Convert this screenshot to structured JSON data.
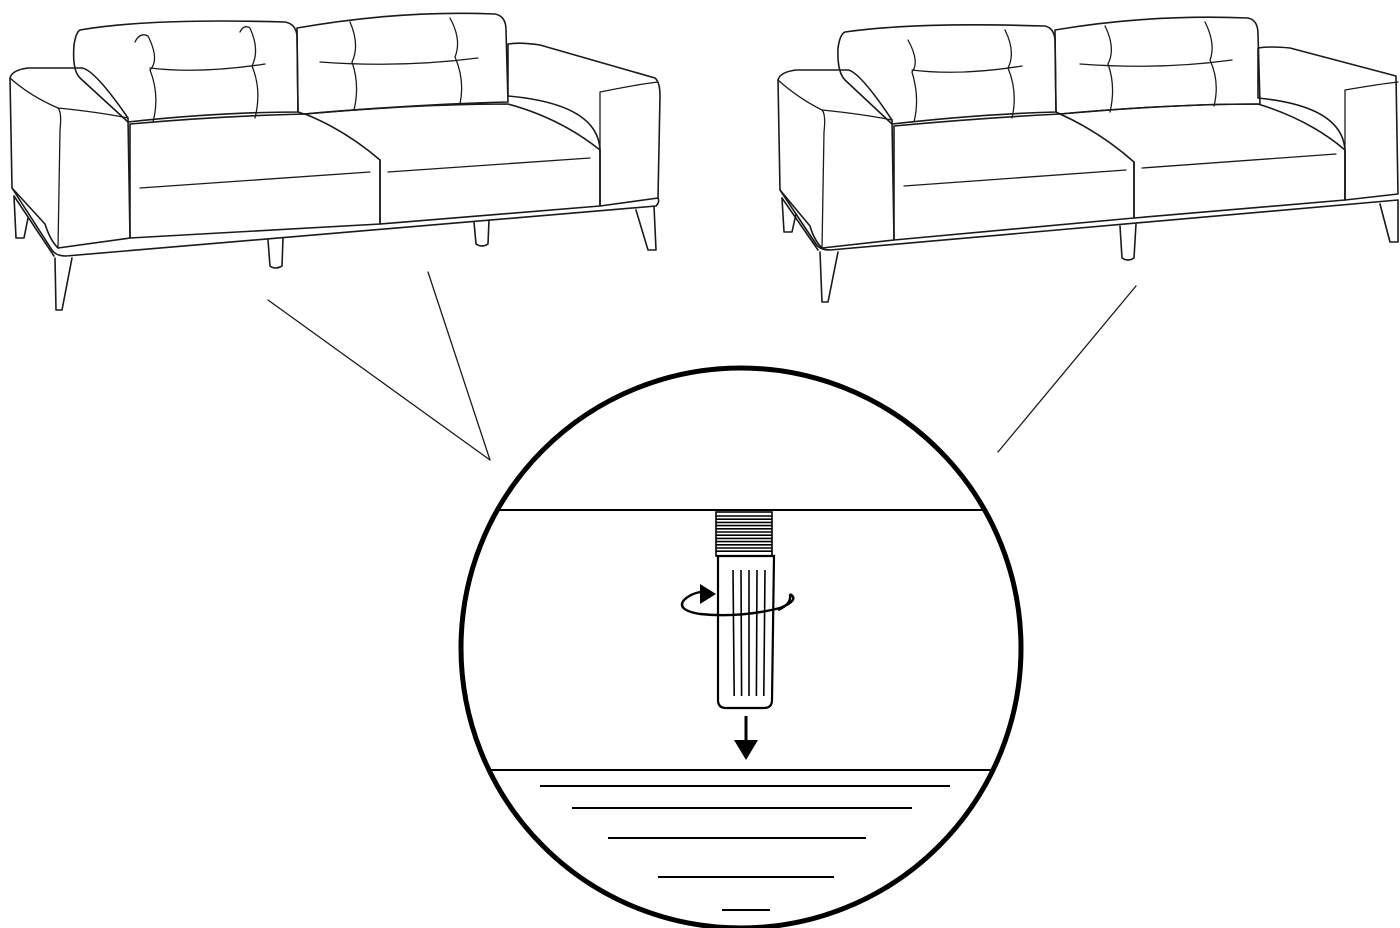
{
  "figure": {
    "kind": "assembly-diagram",
    "subject": "sofa-leg-installation",
    "sofa_views": 2,
    "zoom_callout": "circle",
    "icons": [
      "sofa-icon",
      "screw-leg-icon",
      "rotate-arrow-icon",
      "down-arrow-icon"
    ],
    "colors": {
      "line": "#1a1a1a",
      "background": "#ffffff"
    }
  }
}
